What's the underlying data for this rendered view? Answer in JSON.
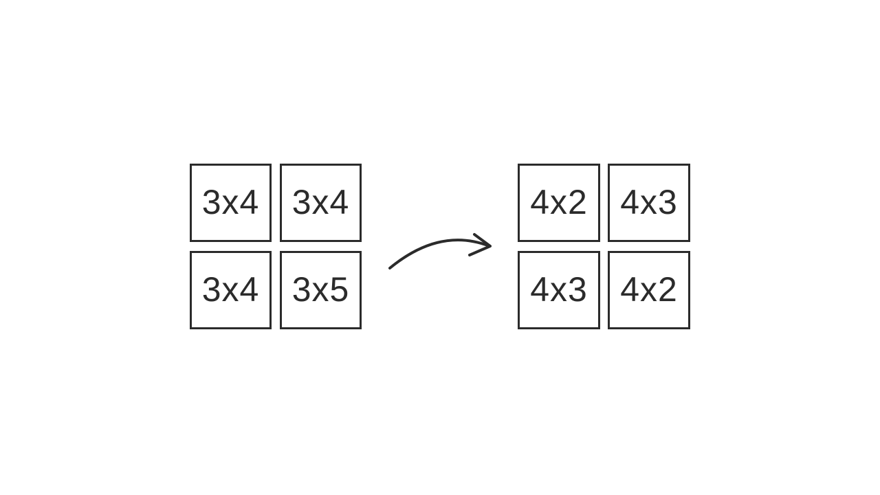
{
  "diagram": {
    "left_grid": {
      "cells": [
        "3x4",
        "3x4",
        "3x4",
        "3x5"
      ]
    },
    "right_grid": {
      "cells": [
        "4x2",
        "4x3",
        "4x3",
        "4x2"
      ]
    },
    "arrow": "curved-right-arrow",
    "colors": {
      "stroke": "#2b2b2b",
      "text": "#2b2b2b",
      "background": "#ffffff"
    }
  }
}
